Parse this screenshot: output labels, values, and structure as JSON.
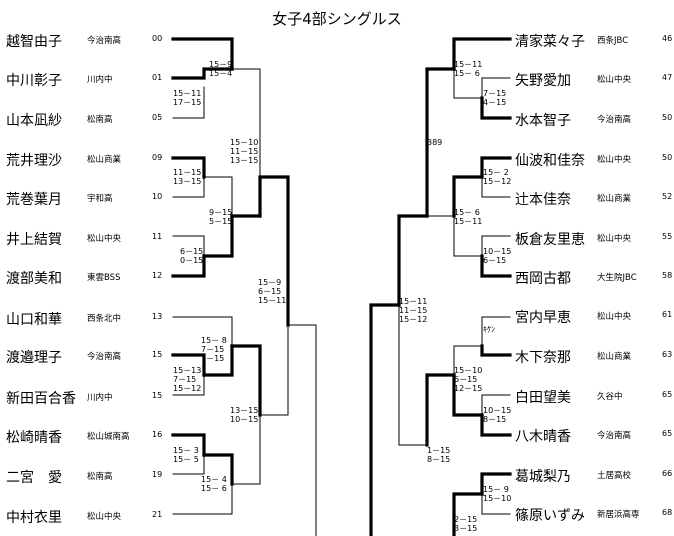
{
  "title": "女子4部シングルス",
  "left_players": [
    {
      "name": "越智由子",
      "school": "今治南高",
      "num": "00"
    },
    {
      "name": "中川彰子",
      "school": "川内中",
      "num": "01"
    },
    {
      "name": "山本凪紗",
      "school": "松南高",
      "num": "05"
    },
    {
      "name": "荒井理沙",
      "school": "松山商業",
      "num": "09"
    },
    {
      "name": "荒巻葉月",
      "school": "宇和高",
      "num": "10"
    },
    {
      "name": "井上結賀",
      "school": "松山中央",
      "num": "11"
    },
    {
      "name": "渡部美和",
      "school": "東雲BSS",
      "num": "12"
    },
    {
      "name": "山口和華",
      "school": "西条北中",
      "num": "13"
    },
    {
      "name": "渡邉理子",
      "school": "今治南高",
      "num": "15"
    },
    {
      "name": "新田百合香",
      "school": "川内中",
      "num": "15"
    },
    {
      "name": "松崎晴香",
      "school": "松山城南高",
      "num": "16"
    },
    {
      "name": "二宮　愛",
      "school": "松南高",
      "num": "19"
    },
    {
      "name": "中村衣里",
      "school": "松山中央",
      "num": "21"
    }
  ],
  "right_players": [
    {
      "name": "清家菜々子",
      "school": "西条JBC",
      "num": "46"
    },
    {
      "name": "矢野愛加",
      "school": "松山中央",
      "num": "47"
    },
    {
      "name": "水本智子",
      "school": "今治南高",
      "num": "50"
    },
    {
      "name": "仙波和佳奈",
      "school": "松山中央",
      "num": "50"
    },
    {
      "name": "辻本佳奈",
      "school": "松山商業",
      "num": "52"
    },
    {
      "name": "板倉友里恵",
      "school": "松山中央",
      "num": "55"
    },
    {
      "name": "西岡古都",
      "school": "大生院JBC",
      "num": "58"
    },
    {
      "name": "宮内早恵",
      "school": "松山中央",
      "num": "61"
    },
    {
      "name": "木下奈那",
      "school": "松山商業",
      "num": "63"
    },
    {
      "name": "白田望美",
      "school": "久谷中",
      "num": "65"
    },
    {
      "name": "八木晴香",
      "school": "今治南高",
      "num": "65"
    },
    {
      "name": "葛城梨乃",
      "school": "土居高校",
      "num": "66"
    },
    {
      "name": "篠原いずみ",
      "school": "新居浜高専",
      "num": "68"
    }
  ],
  "scores": [
    [
      "15－9",
      "15－4"
    ],
    [
      "15－11",
      "17－15"
    ],
    [
      "11－15",
      "13－15"
    ],
    [
      "9－15",
      "5－15"
    ],
    [
      "6－15",
      "0－15"
    ],
    [
      "15－10",
      "11－15",
      "13－15"
    ],
    [
      "15－9",
      "6－15",
      "15－11"
    ],
    [
      "15－ 8",
      "7－15",
      "7－15"
    ],
    [
      "15－13",
      "7－15",
      "15－12"
    ],
    [
      "13－15",
      "10－15"
    ],
    [
      "15－ 3",
      "15－ 5"
    ],
    [
      "15－ 4",
      "15－ 6"
    ],
    [
      "15－11",
      "15－ 6"
    ],
    [
      "7－15",
      "4－15"
    ],
    [
      "389"
    ],
    [
      "15－ 2",
      "15－12"
    ],
    [
      "15－ 6",
      "15－11"
    ],
    [
      "10－15",
      "6－15"
    ],
    [
      "15－11",
      "11－15",
      "15－12"
    ],
    [
      "ｷｹﾝ"
    ],
    [
      "15－10",
      "6－15",
      "12－15"
    ],
    [
      "10－15",
      "8－15"
    ],
    [
      "1－15",
      "8－15"
    ],
    [
      "15－ 9",
      "15－10"
    ],
    [
      "2－15",
      "3－15"
    ]
  ]
}
